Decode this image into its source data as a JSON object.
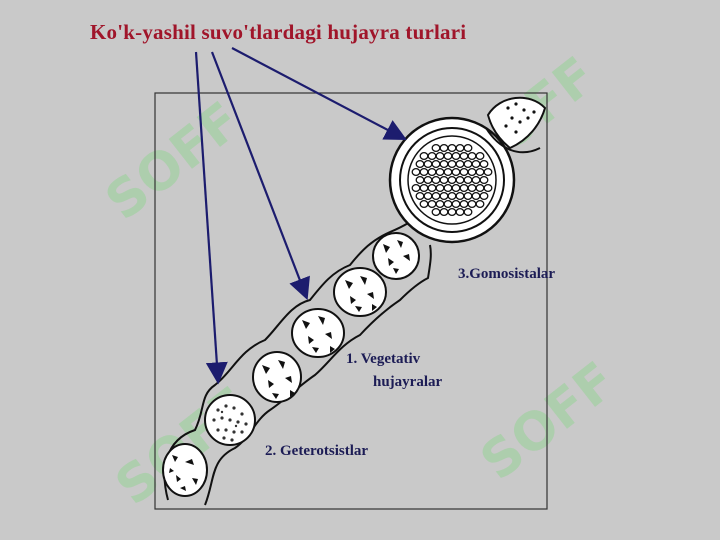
{
  "slide": {
    "title": "Ko'k-yashil suvo'tlardagi hujayra turlari"
  },
  "labels": {
    "gomosistalar": "3.Gomosistalar",
    "vegetativ_line1": "1. Vegetativ",
    "vegetativ_line2": "hujayralar",
    "geterotsistlar": "2. Geterotsistlar"
  },
  "watermark": {
    "text": "SOFF"
  },
  "colors": {
    "background": "#c9c9c9",
    "title": "#a0152a",
    "label": "#1c1c55",
    "arrow": "#1c1c6e",
    "watermark": "#9fd69f"
  }
}
